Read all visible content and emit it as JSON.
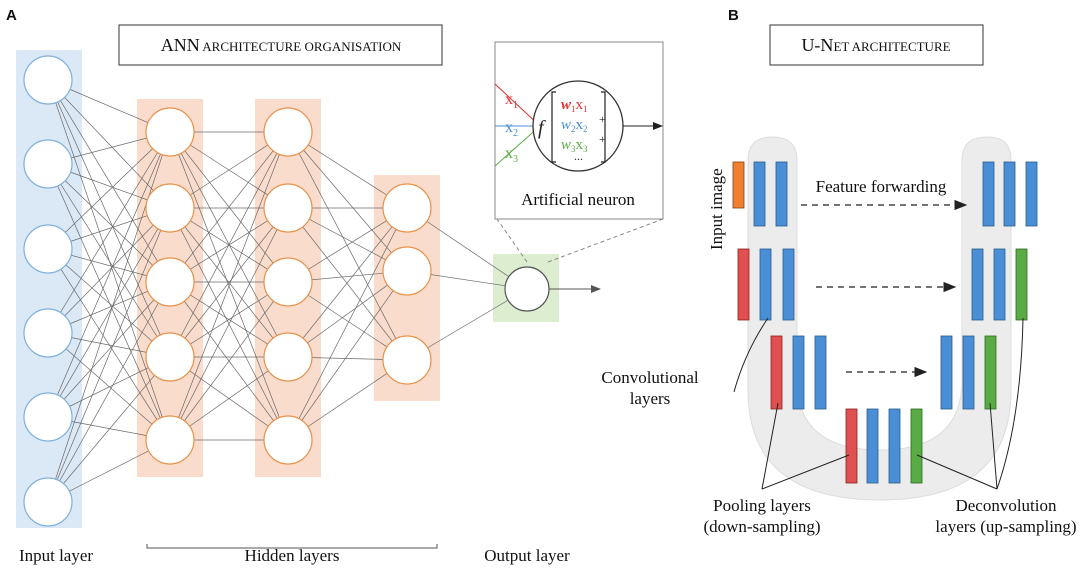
{
  "panel_a": {
    "letter": "A",
    "title_cap": "ANN",
    "title_small": " architecture organisation",
    "input_label": "Input layer",
    "hidden_label": "Hidden layers",
    "output_label": "Output layer",
    "neuron_caption": "Artificial neuron",
    "neuron_formula": {
      "f": "f",
      "inputs": [
        "x1",
        "x2",
        "x3"
      ],
      "terms": [
        "w1x1",
        "w2x2",
        "w3x3",
        "..."
      ]
    },
    "layer_sizes": [
      6,
      5,
      5,
      3,
      1
    ],
    "colors": {
      "input_band": "#dbe8f6",
      "hidden_band": "#fadccc",
      "output_band": "#dcedd0",
      "input_node": "#7fb0dc",
      "hidden_node": "#e8914a",
      "output_node": "#555555",
      "edge": "#6a6a6a"
    }
  },
  "panel_b": {
    "letter": "B",
    "title_cap1": "U-N",
    "title_small": "et architecture",
    "input_image_label": "Input image",
    "feature_forwarding": "Feature forwarding",
    "conv_label_1": "Convolutional",
    "conv_label_2": "layers",
    "pool_label_1": "Pooling layers",
    "pool_label_2": "(down-sampling)",
    "deconv_label_1": "Deconvolution",
    "deconv_label_2": "layers (up-sampling)",
    "colors": {
      "input": "#f08030",
      "conv": "#4a8fd6",
      "pool": "#e05050",
      "deconv": "#5aab45",
      "u_shape": "#ececec"
    }
  }
}
